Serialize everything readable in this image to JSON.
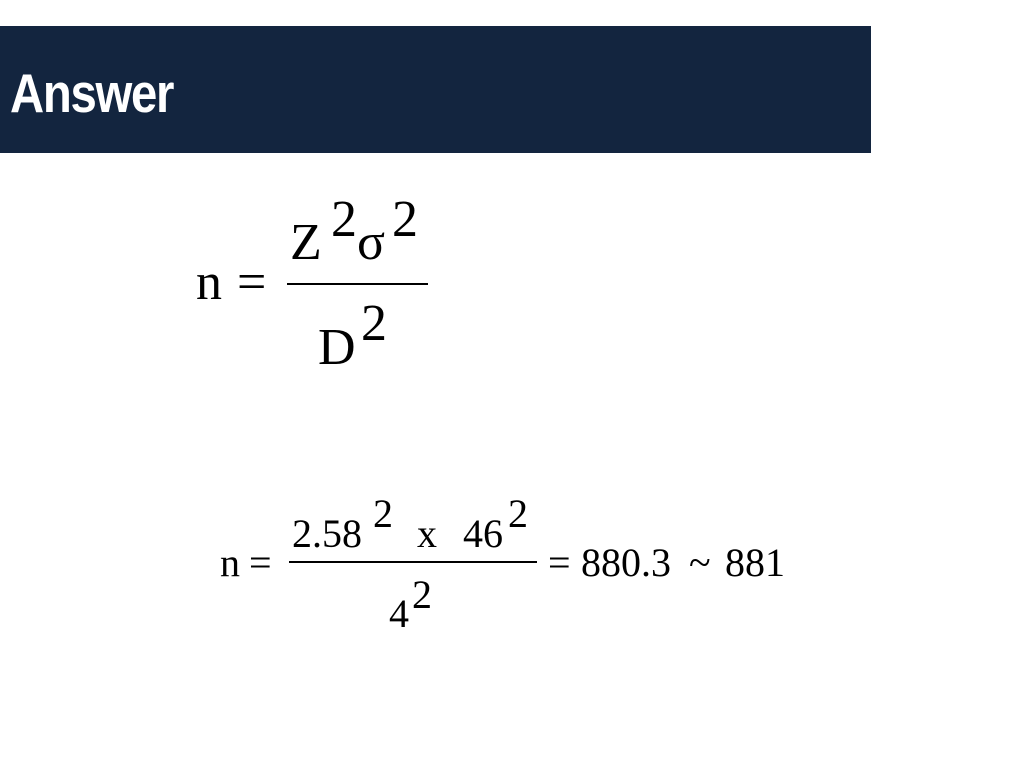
{
  "slide": {
    "title": "Answer",
    "colors": {
      "title_bar": "#13253f",
      "title_text": "#ffffff",
      "background": "#ffffff"
    }
  },
  "formula": {
    "lhs": "n",
    "equals": "=",
    "numerator_z": "Z",
    "numerator_z_exp": "2",
    "numerator_sigma": "σ",
    "numerator_sigma_exp": "2",
    "denominator_d": "D",
    "denominator_d_exp": "2"
  },
  "calculation": {
    "lhs": "n",
    "equals": "=",
    "numerator_z_value": "2.58",
    "numerator_z_exp": "2",
    "times": "x",
    "numerator_sigma_value": "46",
    "numerator_sigma_exp": "2",
    "denominator_value": "4",
    "denominator_exp": "2",
    "result_equals": "=",
    "result": "880.3",
    "approx": "~",
    "rounded": "881"
  }
}
